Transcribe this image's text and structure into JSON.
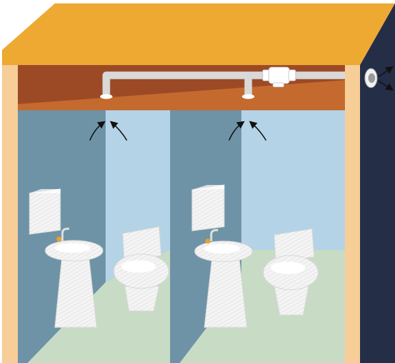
{
  "scene": {
    "subject": "bathroom-ventilation",
    "rooms": [
      {
        "id": "room-left",
        "fixtures": [
          "cabinet",
          "sink",
          "faucet",
          "toilet"
        ],
        "ceiling_vent": true,
        "airflow": "extract"
      },
      {
        "id": "room-right",
        "fixtures": [
          "cabinet",
          "sink",
          "faucet",
          "toilet"
        ],
        "ceiling_vent": true,
        "airflow": "extract"
      }
    ],
    "duct": {
      "fan": "inline-duct-fan",
      "outlet": "wall-exhaust-grille"
    },
    "icons": [
      "extract-arrow-icon",
      "exhaust-arrow-icon"
    ]
  },
  "colors": {
    "roof": "#EDA932",
    "wall_edge": "#F7CD98",
    "ceiling_void": "#C46A2E",
    "ceiling_void_dark": "#9C4A26",
    "side_wall": "#252E47",
    "back_wall_dark": "#6E93A6",
    "back_wall_light": "#B4D3E6",
    "floor": "#C8DCC5",
    "duct": "#D9D9D9",
    "fixture": "#F4F4F4",
    "faucet_handle": "#F0A020",
    "arrow": "#111111"
  }
}
